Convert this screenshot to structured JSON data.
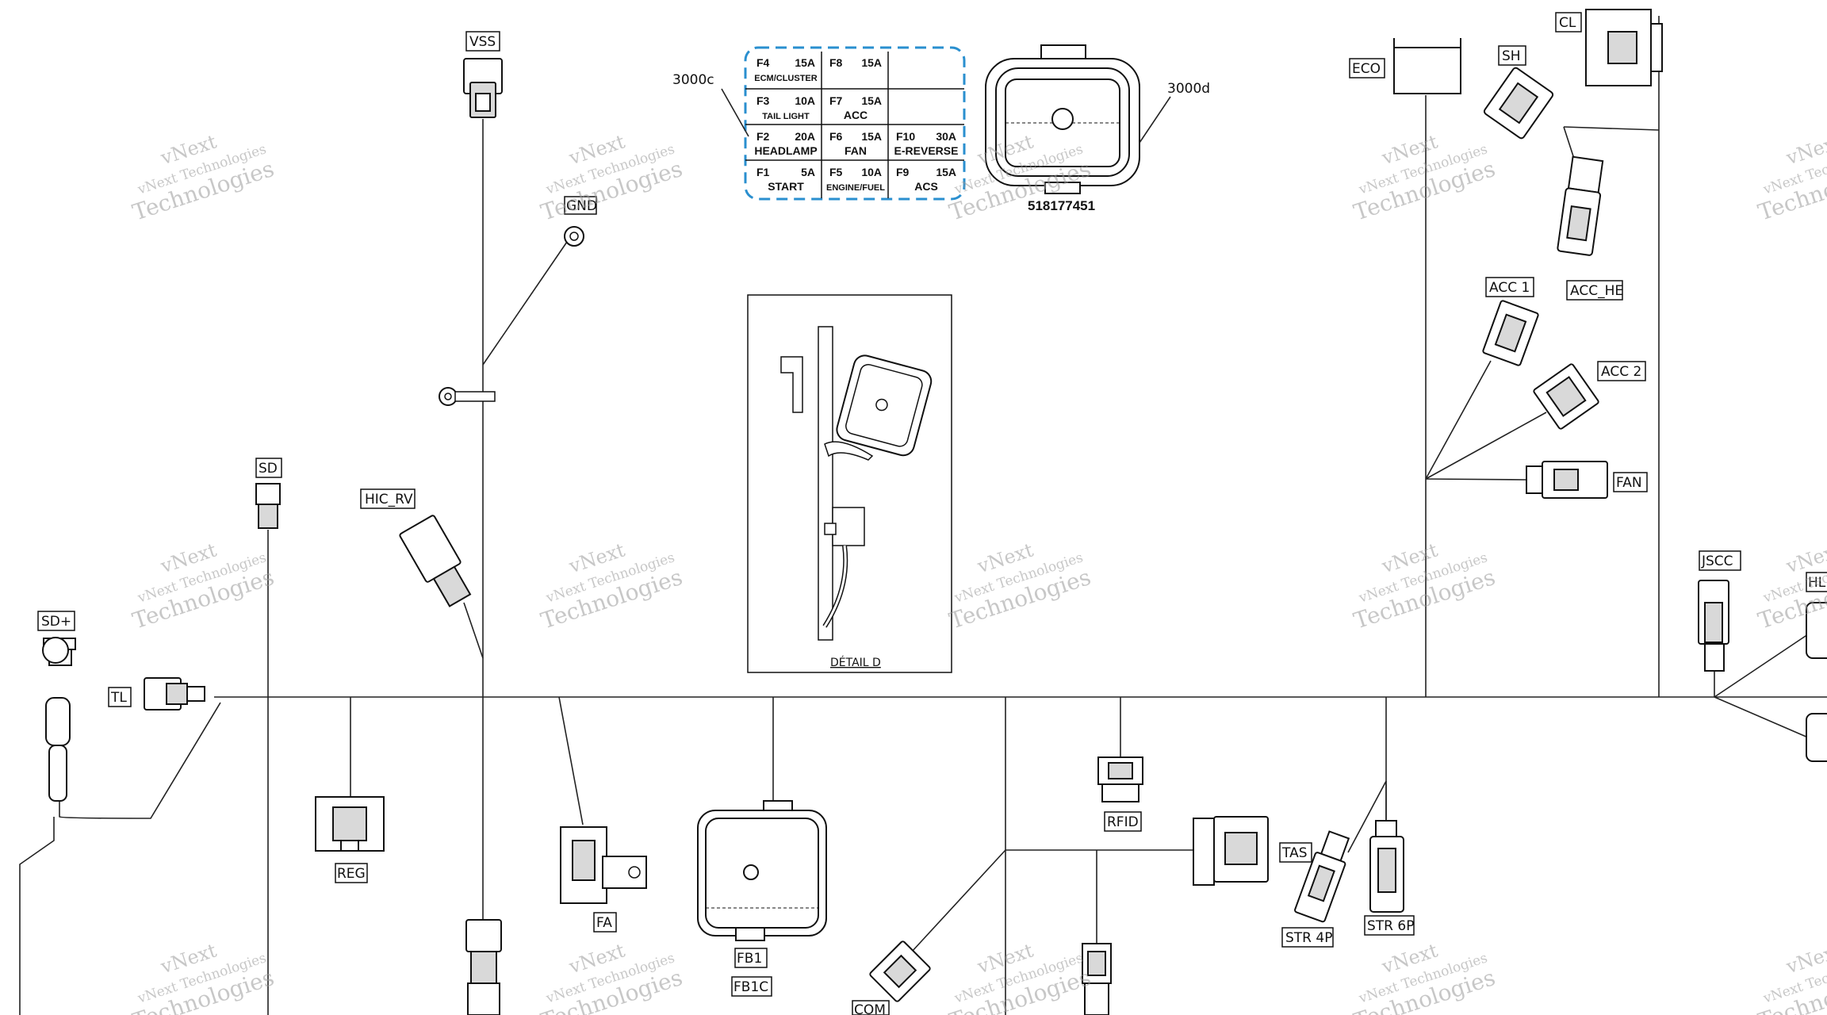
{
  "connectors": {
    "vss": "VSS",
    "gnd": "GND",
    "sd": "SD",
    "hic_rv": "HIC_RV",
    "sd_plus": "SD+",
    "tl": "TL",
    "reg": "REG",
    "fa": "FA",
    "fb1": "FB1",
    "fb1c": "FB1C",
    "com": "COM",
    "rfid": "RFID",
    "tas": "TAS",
    "str4p": "STR 4P",
    "str6p": "STR 6P",
    "eco": "ECO",
    "sh": "SH",
    "cl": "CL",
    "acc1": "ACC 1",
    "acc_he": "ACC_HE",
    "acc2": "ACC 2",
    "fan": "FAN",
    "jscc": "JSCC",
    "hl": "HL"
  },
  "callouts": {
    "fuse_box_label": "3000c",
    "fuse_cover_label": "3000d",
    "part_number": "518177451",
    "detail_caption": "DÉTAIL D"
  },
  "fuse_box": {
    "rows": [
      {
        "left_id": "F4",
        "left_amp": "15A",
        "left_name": "ECM/CLUSTER",
        "mid_id": "F8",
        "mid_amp": "15A",
        "mid_name": "",
        "right_id": "",
        "right_amp": "",
        "right_name": ""
      },
      {
        "left_id": "F3",
        "left_amp": "10A",
        "left_name": "TAIL LIGHT",
        "mid_id": "F7",
        "mid_amp": "15A",
        "mid_name": "ACC",
        "right_id": "",
        "right_amp": "",
        "right_name": ""
      },
      {
        "left_id": "F2",
        "left_amp": "20A",
        "left_name": "HEADLAMP",
        "mid_id": "F6",
        "mid_amp": "15A",
        "mid_name": "FAN",
        "right_id": "F10",
        "right_amp": "30A",
        "right_name": "E-REVERSE"
      },
      {
        "left_id": "F1",
        "left_amp": "5A",
        "left_name": "START",
        "mid_id": "F5",
        "mid_amp": "10A",
        "mid_name": "ENGINE/FUEL",
        "right_id": "F9",
        "right_amp": "15A",
        "right_name": "ACS"
      }
    ]
  },
  "watermark": {
    "line1": "vNext",
    "line2": "vNext Technologies",
    "line3": "Technologies"
  },
  "colors": {
    "fuse_box_border": "#2a8fcf",
    "line": "#222222",
    "watermark": "#9a9a9a"
  }
}
